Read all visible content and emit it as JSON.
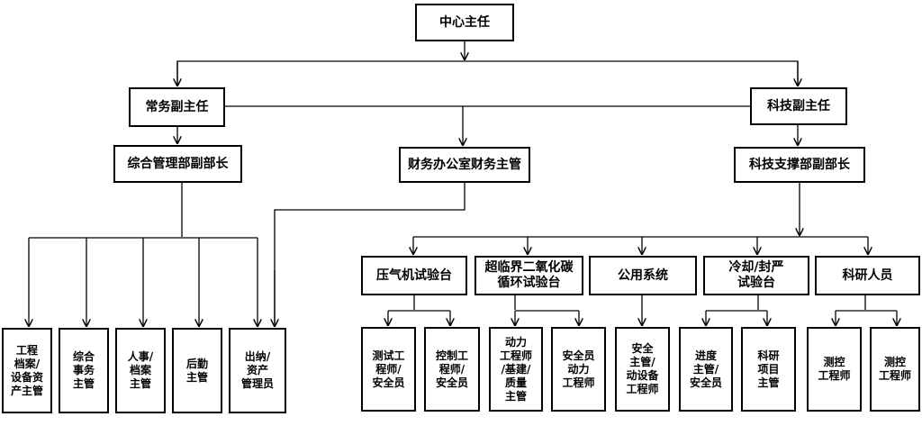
{
  "org_chart": {
    "director": "中心主任",
    "executive_deputy": "常务副主任",
    "tech_deputy": "科技副主任",
    "admin_dept": "综合管理部副部长",
    "finance": "财务办公室财务主管",
    "tech_dept": "科技支撑部副部长",
    "admin_roles": [
      "工程\n档案/\n设备资\n产主管",
      "综合\n事务\n主管",
      "人事/\n档案\n主管",
      "后勤\n主管",
      "出纳/\n资产\n管理员"
    ],
    "groups": [
      {
        "name": "压气机试验台",
        "roles": [
          "测试工\n程师/\n安全员",
          "控制工\n程师/\n安全员"
        ]
      },
      {
        "name": "超临界二氧化碳\n循环试验台",
        "roles": [
          "动力\n工程师\n/基建/\n质量\n主管",
          "安全员\n动力\n工程师"
        ]
      },
      {
        "name": "公用系统",
        "roles": [
          "安全\n主管/\n动设备\n工程师"
        ]
      },
      {
        "name": "冷却/封严\n试验台",
        "roles": [
          "进度\n主管/\n安全员",
          "科研\n项目\n主管"
        ]
      },
      {
        "name": "科研人员",
        "roles": [
          "测控\n工程师",
          "测控\n工程师"
        ]
      }
    ]
  }
}
